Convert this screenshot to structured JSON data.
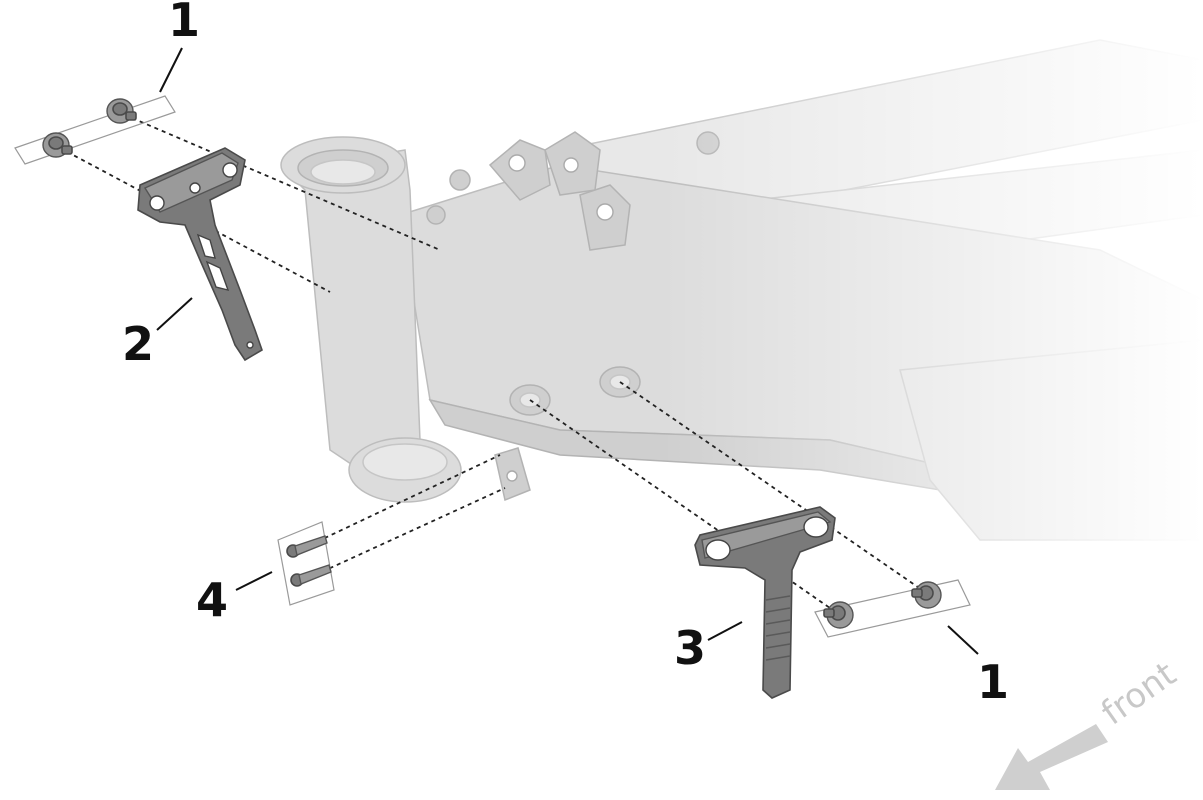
{
  "callouts": {
    "c1_top": "1",
    "c2": "2",
    "c3": "3",
    "c4": "4",
    "c1_bottom": "1"
  },
  "direction_label": "front",
  "colors": {
    "frame": "#dcdcdc",
    "part": "#7a7a7a",
    "arrow": "#cfcfcf"
  }
}
